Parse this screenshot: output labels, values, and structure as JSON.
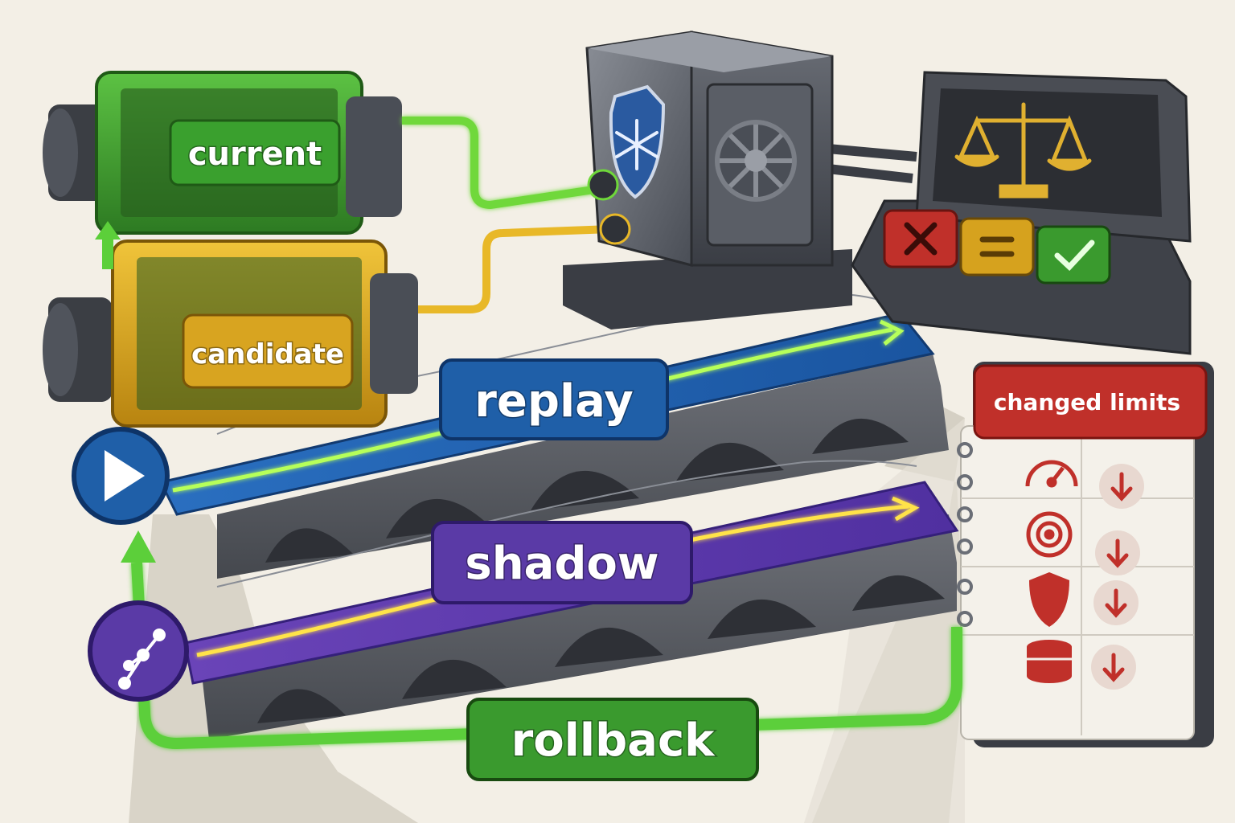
{
  "labels": {
    "current": "current",
    "candidate": "candidate",
    "replay": "replay",
    "shadow": "shadow",
    "rollback": "rollback",
    "changed_limits": "changed limits"
  },
  "icons": {
    "play": "play-icon",
    "branch": "branch-nodes-icon",
    "vault": "frozen-vault-icon",
    "scales": "balance-scales-icon",
    "reject": "x-mark-icon",
    "equal": "equals-icon",
    "accept": "check-mark-icon",
    "limits": [
      "speedometer-icon",
      "target-icon",
      "shield-icon",
      "database-icon"
    ],
    "limit_direction": "arrow-down-icon"
  },
  "colors": {
    "current": "#3f9a2e",
    "candidate": "#d6a21e",
    "replay": "#1f5fa8",
    "shadow": "#5a3aa6",
    "rollback": "#3a9a2e",
    "changed_limits": "#c0302a",
    "glow_green": "#8aff4a",
    "glow_yellow": "#ffe34a",
    "steel": "#5c6068"
  }
}
